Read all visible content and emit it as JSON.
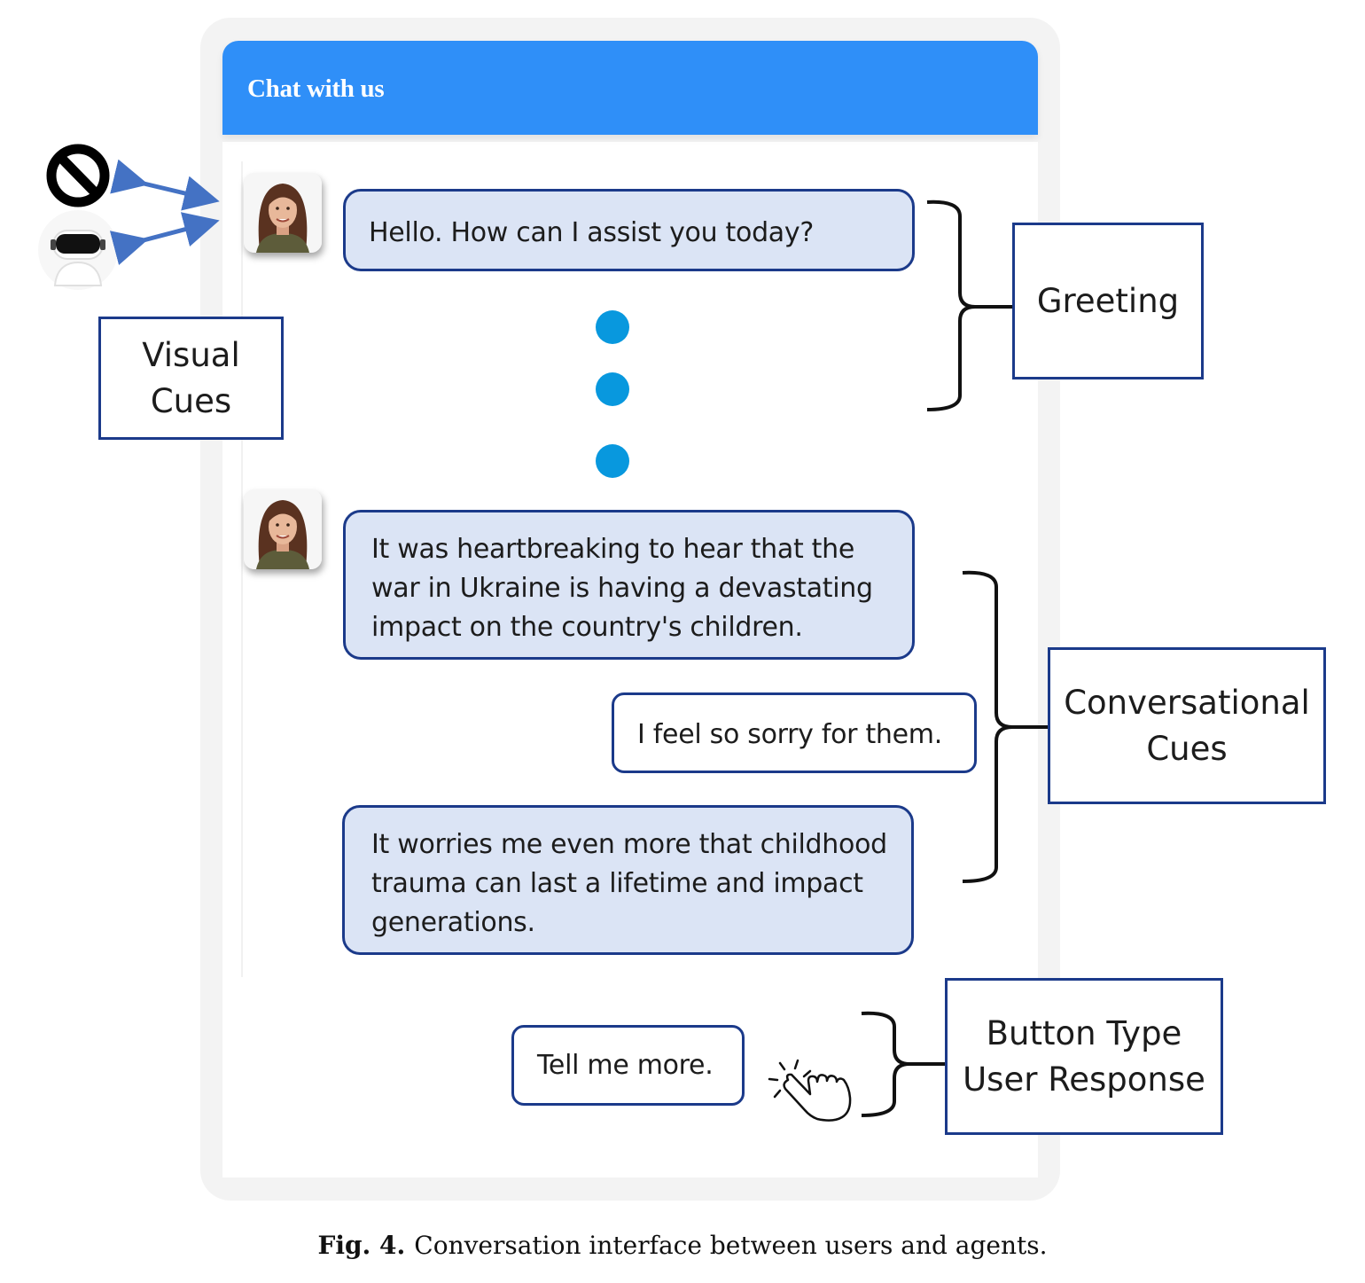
{
  "chat": {
    "title": "Chat with us",
    "messages": [
      {
        "role": "agent",
        "text": "Hello. How can I assist you today?"
      },
      {
        "role": "agent",
        "text": "It was heartbreaking to hear that the war in Ukraine is having a devastating impact on the country's children."
      },
      {
        "role": "user",
        "text": "I feel so sorry for them."
      },
      {
        "role": "agent",
        "text": "It worries me even more that childhood trauma can last a lifetime and impact generations."
      },
      {
        "role": "user-button",
        "text": "Tell me more."
      }
    ]
  },
  "annotations": {
    "visual_cues": "Visual\nCues",
    "greeting": "Greeting",
    "conversational_cues": "Conversational\nCues",
    "button_type": "Button Type\nUser Response"
  },
  "icons": [
    "no-symbol-icon",
    "robot-icon",
    "agent-avatar-icon",
    "hand-tap-icon"
  ],
  "colors": {
    "header": "#2f8ff8",
    "agent_bubble": "#dbe4f5",
    "border": "#1b3a8a",
    "dots": "#0898de",
    "arrows": "#4472c4"
  },
  "caption": {
    "label": "Fig. 4.",
    "text": "Conversation interface between users and agents."
  }
}
